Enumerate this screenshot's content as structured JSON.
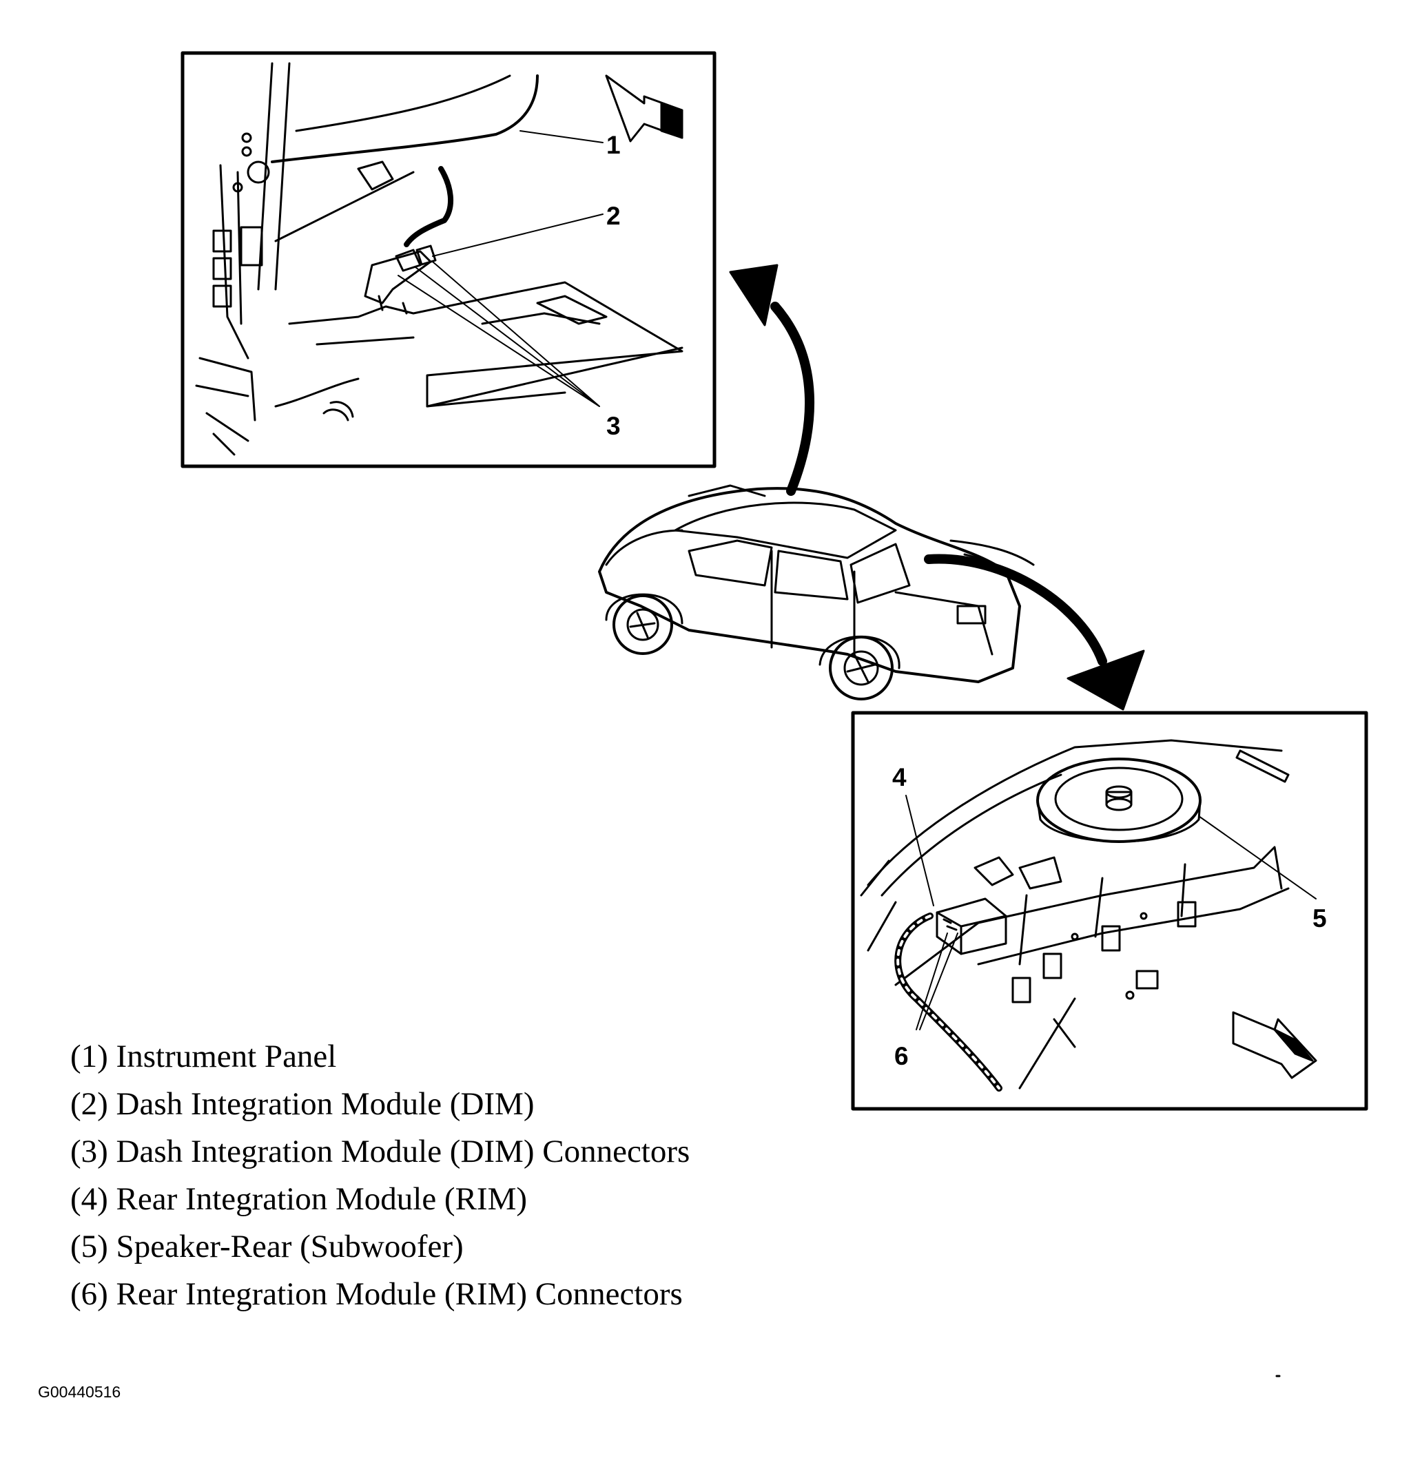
{
  "callouts": {
    "c1": "1",
    "c2": "2",
    "c3": "3",
    "c4": "4",
    "c5": "5",
    "c6": "6"
  },
  "legend": [
    "(1) Instrument Panel",
    "(2) Dash Integration Module (DIM)",
    "(3) Dash Integration Module (DIM) Connectors",
    "(4) Rear Integration Module (RIM)",
    "(5) Speaker-Rear (Subwoofer)",
    "(6) Rear Integration Module (RIM) Connectors"
  ],
  "figure_id": "G00440516"
}
